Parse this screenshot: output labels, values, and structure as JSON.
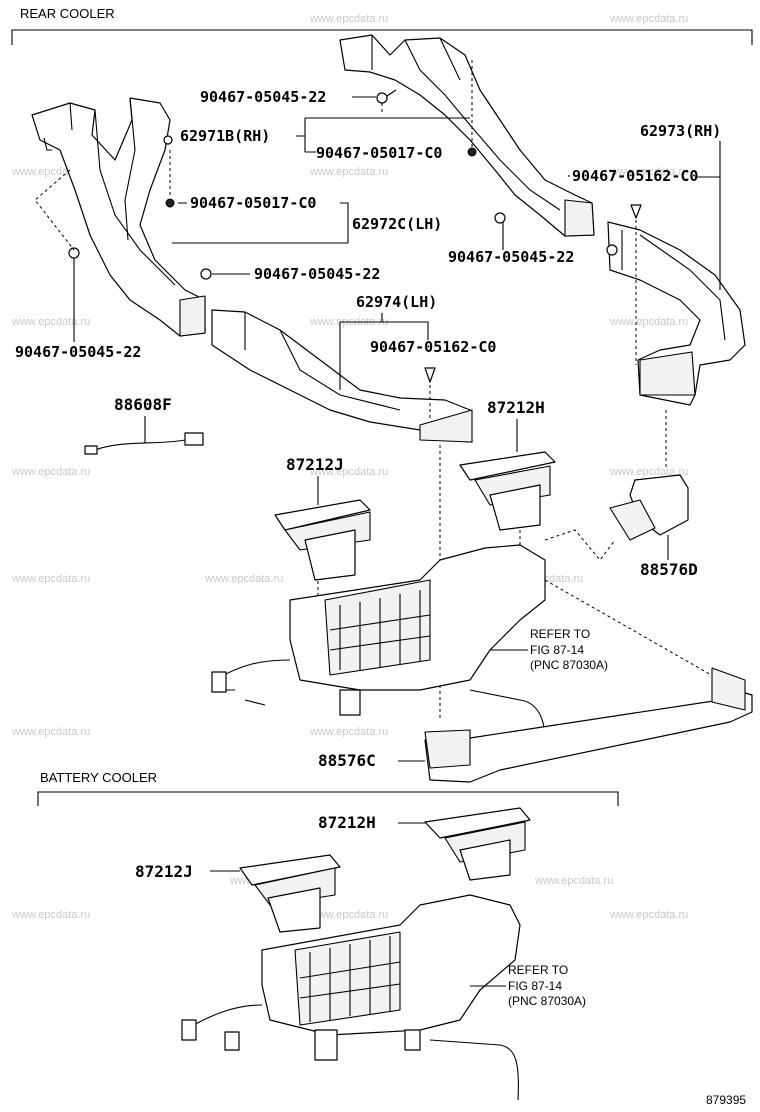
{
  "sections": {
    "rear_cooler": "REAR COOLER",
    "battery_cooler": "BATTERY COOLER"
  },
  "watermark": "www.epcdata.ru",
  "labels": {
    "bolt_90467_05045_22": "90467-05045-22",
    "p62971b": "62971B(RH)",
    "clip_90467_05017_c0": "90467-05017-C0",
    "p62973": "62973(RH)",
    "clip_90467_05162_c0": "90467-05162-C0",
    "p62972c": "62972C(LH)",
    "p62974": "62974(LH)",
    "p88608f": "88608F",
    "p87212h": "87212H",
    "p87212j": "87212J",
    "p88576d": "88576D",
    "p88576c": "88576C"
  },
  "refer": {
    "line1": "REFER TO",
    "line2": "FIG 87-14",
    "line3": "(PNC 87030A)"
  },
  "figure_number": "879395"
}
